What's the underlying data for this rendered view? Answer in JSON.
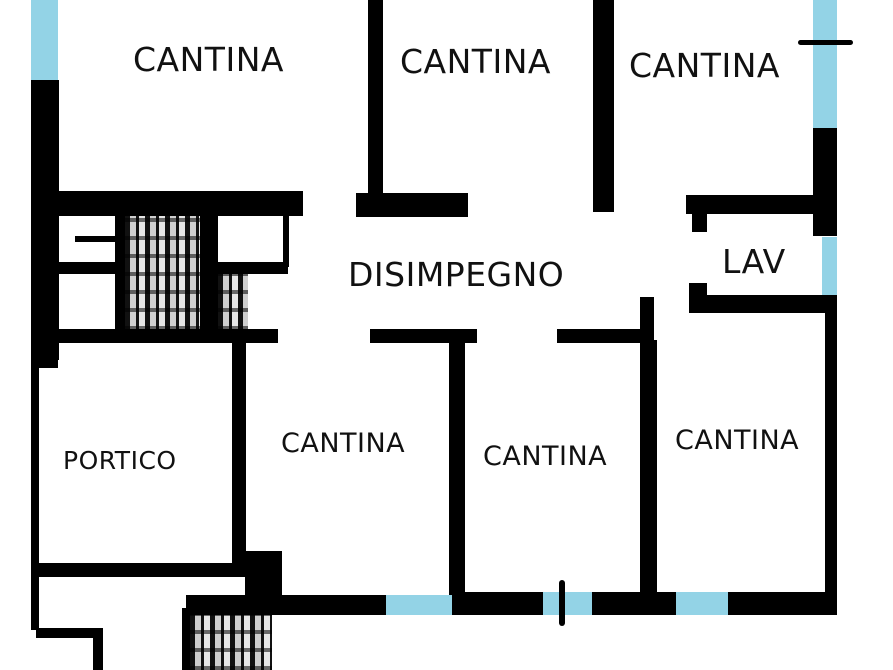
{
  "plan": {
    "colors": {
      "wall": "#000000",
      "window": "#93d3e6",
      "background": "#ffffff"
    },
    "rooms": [
      {
        "id": "cantina-top-left",
        "label": "CANTINA"
      },
      {
        "id": "cantina-top-center",
        "label": "CANTINA"
      },
      {
        "id": "cantina-top-right",
        "label": "CANTINA"
      },
      {
        "id": "disimpegno",
        "label": "DISIMPEGNO"
      },
      {
        "id": "lav",
        "label": "LAV"
      },
      {
        "id": "portico",
        "label": "PORTICO"
      },
      {
        "id": "cantina-bottom-left",
        "label": "CANTINA"
      },
      {
        "id": "cantina-bottom-center",
        "label": "CANTINA"
      },
      {
        "id": "cantina-bottom-right",
        "label": "CANTINA"
      }
    ]
  }
}
